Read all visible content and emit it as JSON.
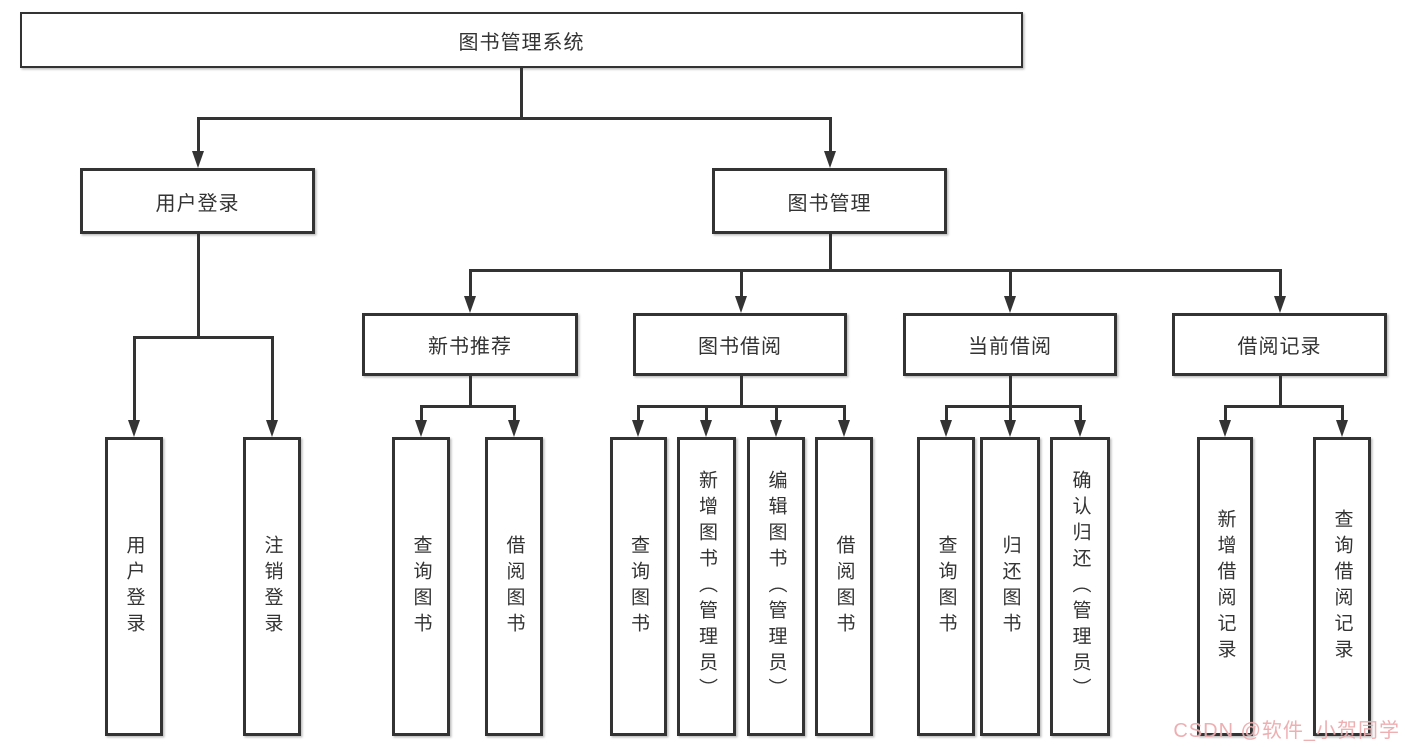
{
  "diagram_type": "hierarchy-tree",
  "hierarchy": {
    "label": "图书管理系统",
    "children": [
      {
        "label": "用户登录",
        "children": [
          {
            "label": "用户登录"
          },
          {
            "label": "注销登录"
          }
        ]
      },
      {
        "label": "图书管理",
        "children": [
          {
            "label": "新书推荐",
            "children": [
              {
                "label": "查询图书"
              },
              {
                "label": "借阅图书"
              }
            ]
          },
          {
            "label": "图书借阅",
            "children": [
              {
                "label": "查询图书"
              },
              {
                "label": "新增图书（管理员）"
              },
              {
                "label": "编辑图书（管理员）"
              },
              {
                "label": "借阅图书"
              }
            ]
          },
          {
            "label": "当前借阅",
            "children": [
              {
                "label": "查询图书"
              },
              {
                "label": "归还图书"
              },
              {
                "label": "确认归还（管理员）"
              }
            ]
          },
          {
            "label": "借阅记录",
            "children": [
              {
                "label": "新增借阅记录"
              },
              {
                "label": "查询借阅记录"
              }
            ]
          }
        ]
      }
    ]
  },
  "watermark": {
    "text": "CSDN @软件_小贺同学"
  },
  "colors": {
    "line": "#333333",
    "box_border": "#333333",
    "box_background": "#ffffff",
    "text": "#333333",
    "background": "#ffffff",
    "watermark": "#eca6aa"
  }
}
